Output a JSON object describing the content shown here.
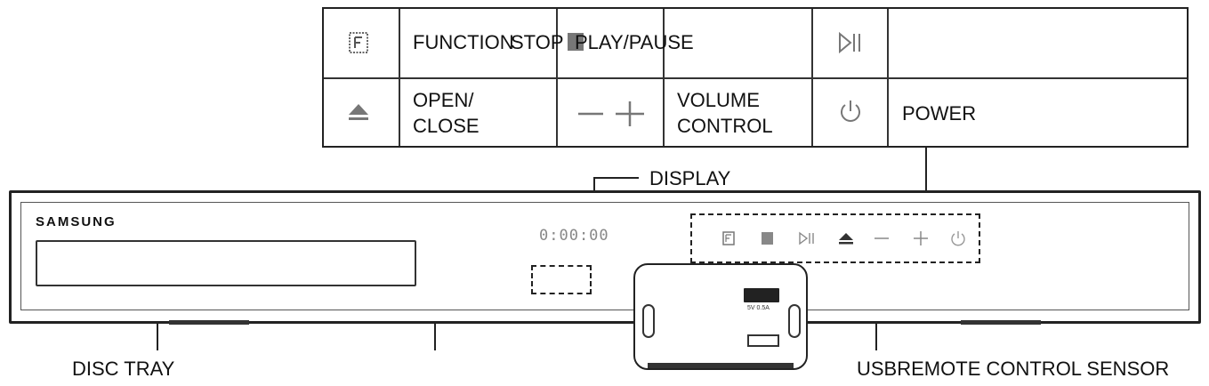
{
  "legend": {
    "row1": {
      "function_label": "FUNCTION",
      "stop_label": "STOP",
      "play_pause_label": "PLAY/PAUSE"
    },
    "row2": {
      "open_close_line1": "OPEN/",
      "open_close_line2": "CLOSE",
      "volume_line1": "VOLUME",
      "volume_line2": "CONTROL",
      "power_label": "POWER"
    }
  },
  "device": {
    "brand": "SAMSUNG",
    "display_readout": "0:00:00",
    "usb_caption": "5V 0.5A"
  },
  "callouts": {
    "display": "DISPLAY",
    "disc_tray": "DISC TRAY",
    "usb": "USB",
    "remote_sensor": "REMOTE CONTROL SENSOR"
  },
  "icons": [
    "function-icon",
    "stop-icon",
    "play-pause-icon",
    "eject-icon",
    "minus-icon",
    "plus-icon",
    "power-icon"
  ]
}
